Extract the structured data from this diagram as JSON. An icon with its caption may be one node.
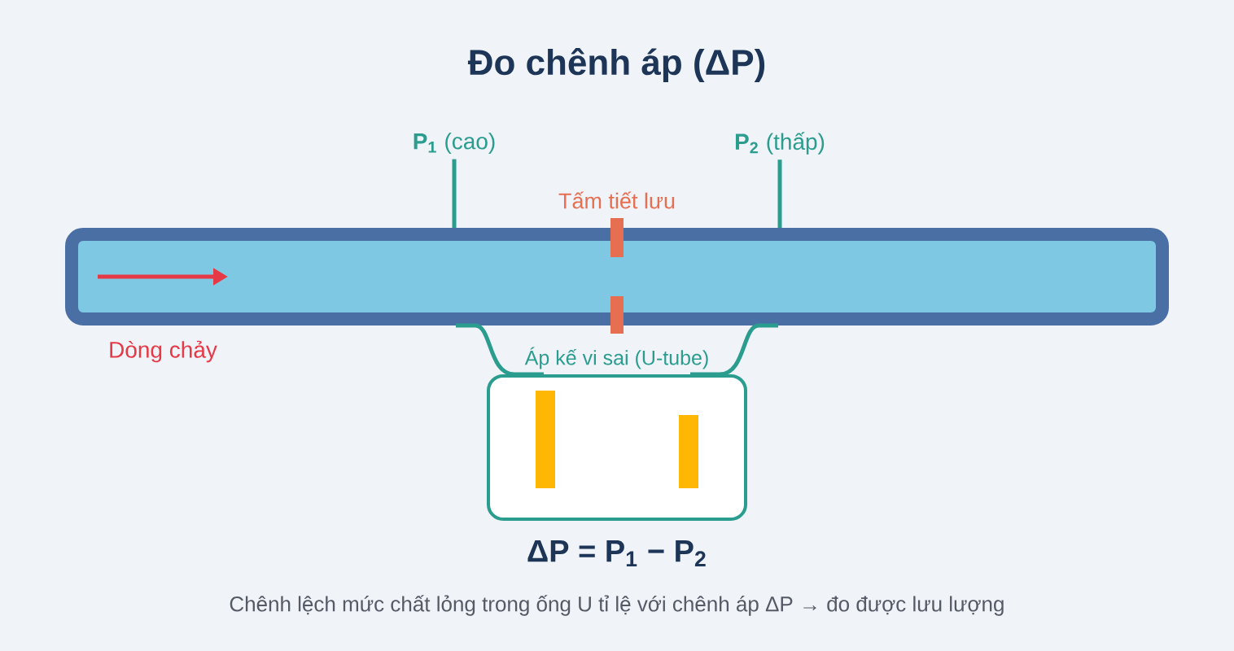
{
  "diagram": {
    "title": "Đo chênh áp (ΔP)",
    "caption": "Chênh lệch mức chất lỏng trong ống U tỉ lệ với chênh áp ΔP → đo được lưu lượng",
    "nodes": [
      {
        "text": [
          "**P$_{1}$** (cao)"
        ]
      },
      {
        "text": [
          "**P$_{2}$** (thấp)"
        ]
      },
      {
        "text": [],
        "shape": "box"
      },
      {
        "text": [
          "Áp kế vi sai (U-tube)"
        ]
      }
    ],
    "edges": [
      {
        "from": 0,
        "to": 2,
        "arrow": "none"
      },
      {
        "from": 1,
        "to": 2,
        "arrow": "none"
      },
      {
        "from": 2,
        "to": 3,
        "arrow": "none"
      },
      {
        "from": 2,
        "to": 3,
        "arrow": "none"
      }
    ],
    "labels": [
      "Tấm tiết lưu",
      "Dòng chảy",
      "ΔP = P$_{1}$ − P$_{2}$"
    ]
  }
}
